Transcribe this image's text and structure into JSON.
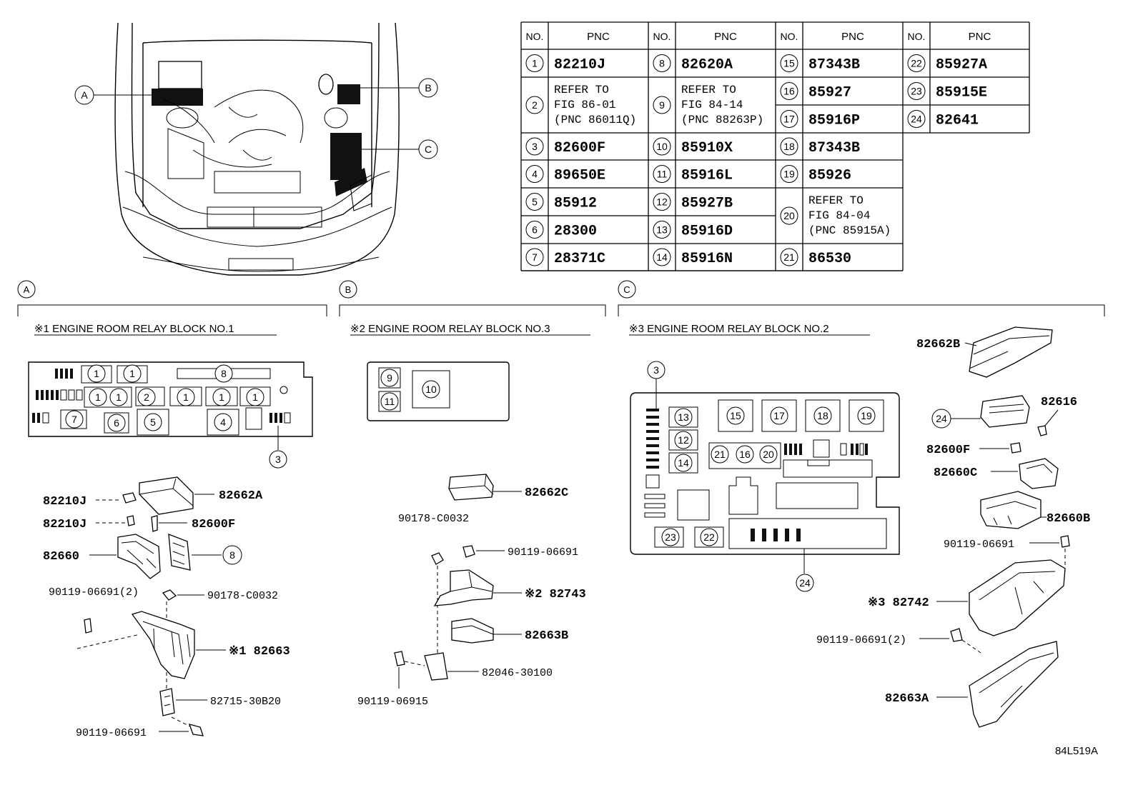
{
  "table": {
    "header_no": "NO.",
    "header_pnc": "PNC",
    "rows": [
      {
        "no": "1",
        "pnc": [
          "82210J"
        ]
      },
      {
        "no": "2",
        "pnc": [
          "REFER TO",
          "FIG 86-01",
          "(PNC 86011Q)"
        ]
      },
      {
        "no": "3",
        "pnc": [
          "82600F"
        ]
      },
      {
        "no": "4",
        "pnc": [
          "89650E"
        ]
      },
      {
        "no": "5",
        "pnc": [
          "85912"
        ]
      },
      {
        "no": "6",
        "pnc": [
          "28300"
        ]
      },
      {
        "no": "7",
        "pnc": [
          "28371C"
        ]
      },
      {
        "no": "8",
        "pnc": [
          "82620A"
        ]
      },
      {
        "no": "9",
        "pnc": [
          "REFER TO",
          "FIG 84-14",
          "(PNC 88263P)"
        ]
      },
      {
        "no": "10",
        "pnc": [
          "85910X"
        ]
      },
      {
        "no": "11",
        "pnc": [
          "85916L"
        ]
      },
      {
        "no": "12",
        "pnc": [
          "85927B"
        ]
      },
      {
        "no": "13",
        "pnc": [
          "85916D"
        ]
      },
      {
        "no": "14",
        "pnc": [
          "85916N"
        ]
      },
      {
        "no": "15",
        "pnc": [
          "87343B"
        ]
      },
      {
        "no": "16",
        "pnc": [
          "85927"
        ]
      },
      {
        "no": "17",
        "pnc": [
          "85916P"
        ]
      },
      {
        "no": "18",
        "pnc": [
          "87343B"
        ]
      },
      {
        "no": "19",
        "pnc": [
          "85926"
        ]
      },
      {
        "no": "20",
        "pnc": [
          "REFER TO",
          "FIG 84-04",
          "(PNC 85915A)"
        ]
      },
      {
        "no": "21",
        "pnc": [
          "86530"
        ]
      },
      {
        "no": "22",
        "pnc": [
          "85927A"
        ]
      },
      {
        "no": "23",
        "pnc": [
          "85915E"
        ]
      },
      {
        "no": "24",
        "pnc": [
          "82641"
        ]
      }
    ]
  },
  "overview": {
    "callouts": [
      "A",
      "B",
      "C"
    ]
  },
  "sections": {
    "A": {
      "letter": "A",
      "title": "※1 ENGINE ROOM RELAY BLOCK NO.1",
      "block_labels": [
        "1",
        "1",
        "8",
        "1",
        "1",
        "2",
        "1",
        "1",
        "1",
        "7",
        "6",
        "5",
        "4",
        "3"
      ],
      "parts": {
        "p1": "82210J",
        "p2": "82662A",
        "p3": "82210J",
        "p4": "82600F",
        "p5": "82660",
        "p6": "8",
        "p7": "90119-06691(2)",
        "p8": "90178-C0032",
        "p9": "※1 82663",
        "p10": "82715-30B20",
        "p11": "90119-06691"
      }
    },
    "B": {
      "letter": "B",
      "title": "※2 ENGINE ROOM RELAY BLOCK NO.3",
      "block_labels": [
        "9",
        "10",
        "11"
      ],
      "parts": {
        "p1": "82662C",
        "p2": "90178-C0032",
        "p3": "90119-06691",
        "p4": "※2 82743",
        "p5": "82663B",
        "p6": "82046-30100",
        "p7": "90119-06915"
      }
    },
    "C": {
      "letter": "C",
      "title": "※3 ENGINE ROOM RELAY BLOCK NO.2",
      "block_labels": [
        "3",
        "13",
        "12",
        "14",
        "15",
        "17",
        "18",
        "19",
        "21",
        "16",
        "20",
        "23",
        "22",
        "24"
      ],
      "parts": {
        "p1": "82662B",
        "p2": "24",
        "p3": "82616",
        "p4": "82600F",
        "p5": "82660C",
        "p6": "82660B",
        "p7": "90119-06691",
        "p8": "※3 82742",
        "p9": "90119-06691(2)",
        "p10": "82663A"
      }
    }
  },
  "figure_code": "84L519A"
}
